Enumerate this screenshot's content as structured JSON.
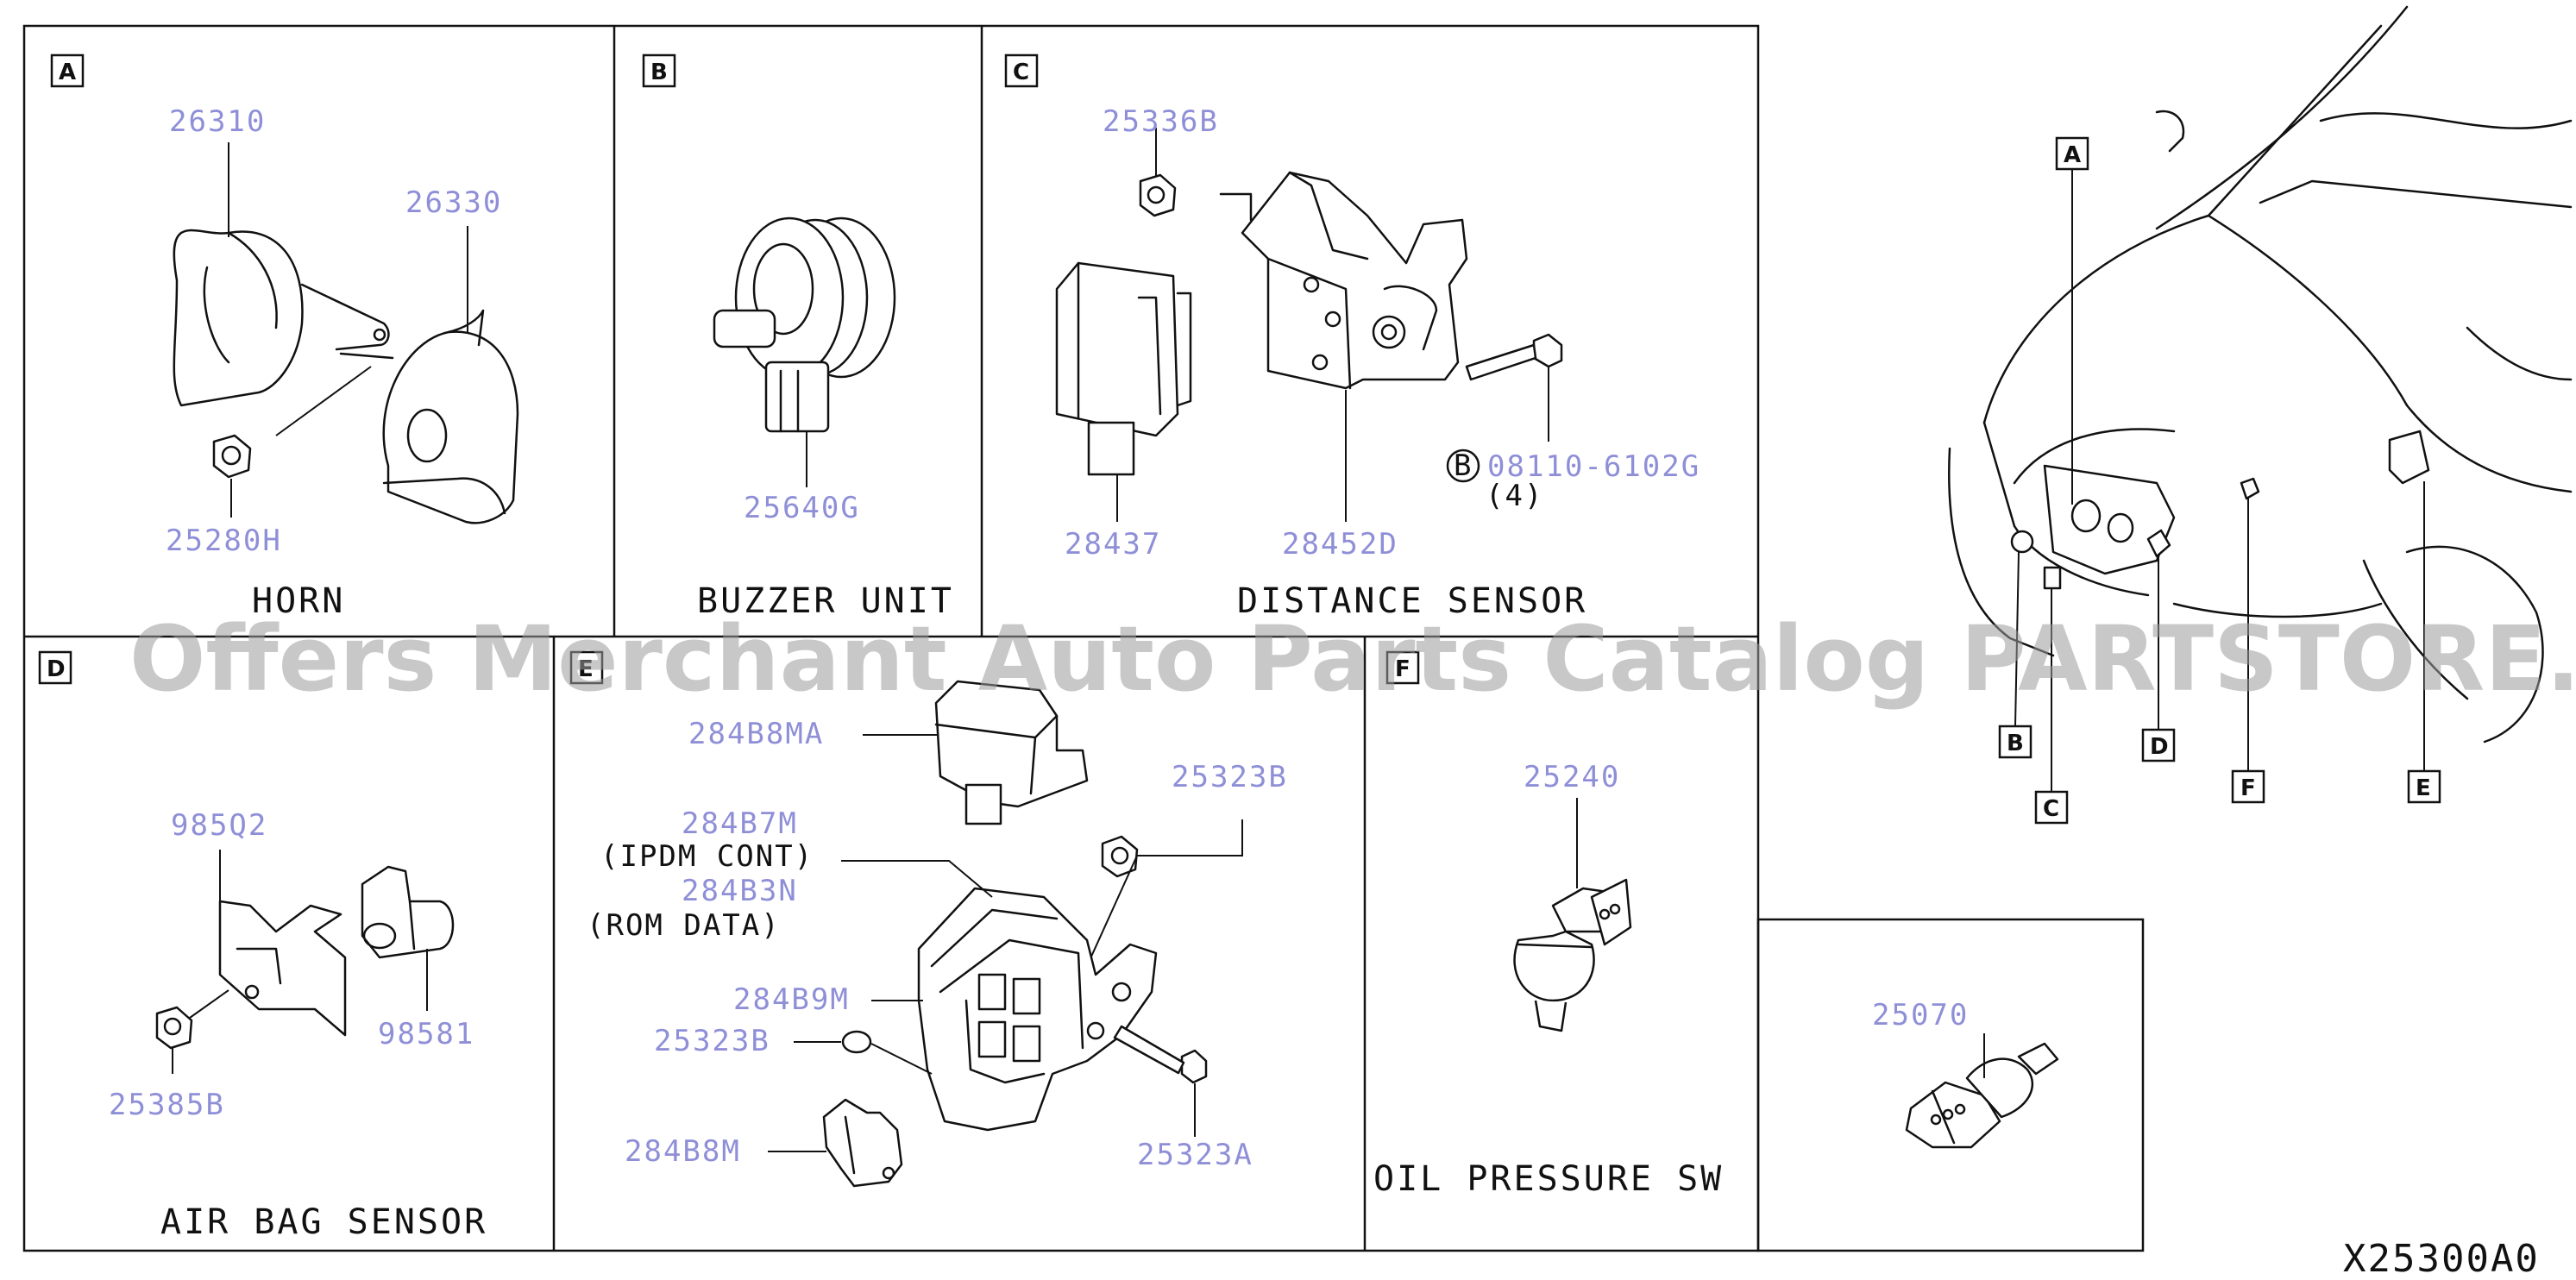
{
  "watermark": "Offers Merchant Auto Parts Catalog PARTSTORE.SA",
  "diagram_ref": "X25300A0",
  "colors": {
    "part_number": "#8f8fd8",
    "line": "#111111",
    "watermark": "#9a9a9a"
  },
  "sections": {
    "A": {
      "letter": "A",
      "caption": "HORN",
      "parts": [
        "26310",
        "26330",
        "25280H"
      ]
    },
    "B": {
      "letter": "B",
      "caption": "BUZZER UNIT",
      "parts": [
        "25640G"
      ]
    },
    "C": {
      "letter": "C",
      "caption": "DISTANCE SENSOR",
      "parts": [
        "25336B",
        "28437",
        "28452D",
        "08110-6102G"
      ],
      "note_circle": "B",
      "note_qty": "(4)"
    },
    "D": {
      "letter": "D",
      "caption": "AIR BAG SENSOR",
      "parts": [
        "985Q2",
        "98581",
        "25385B"
      ]
    },
    "E": {
      "letter": "E",
      "parts": [
        "284B8MA",
        "25323B",
        "284B7M",
        "284B3N",
        "284B9M",
        "25323B",
        "284B8M",
        "25323A"
      ],
      "notes": [
        "(IPDM CONT)",
        "(ROM DATA)"
      ]
    },
    "F": {
      "letter": "F",
      "caption": "OIL PRESSURE SW",
      "parts": [
        "25240"
      ]
    },
    "G": {
      "parts": [
        "25070"
      ]
    }
  },
  "vehicle_callouts": [
    "A",
    "B",
    "C",
    "D",
    "F",
    "E"
  ]
}
